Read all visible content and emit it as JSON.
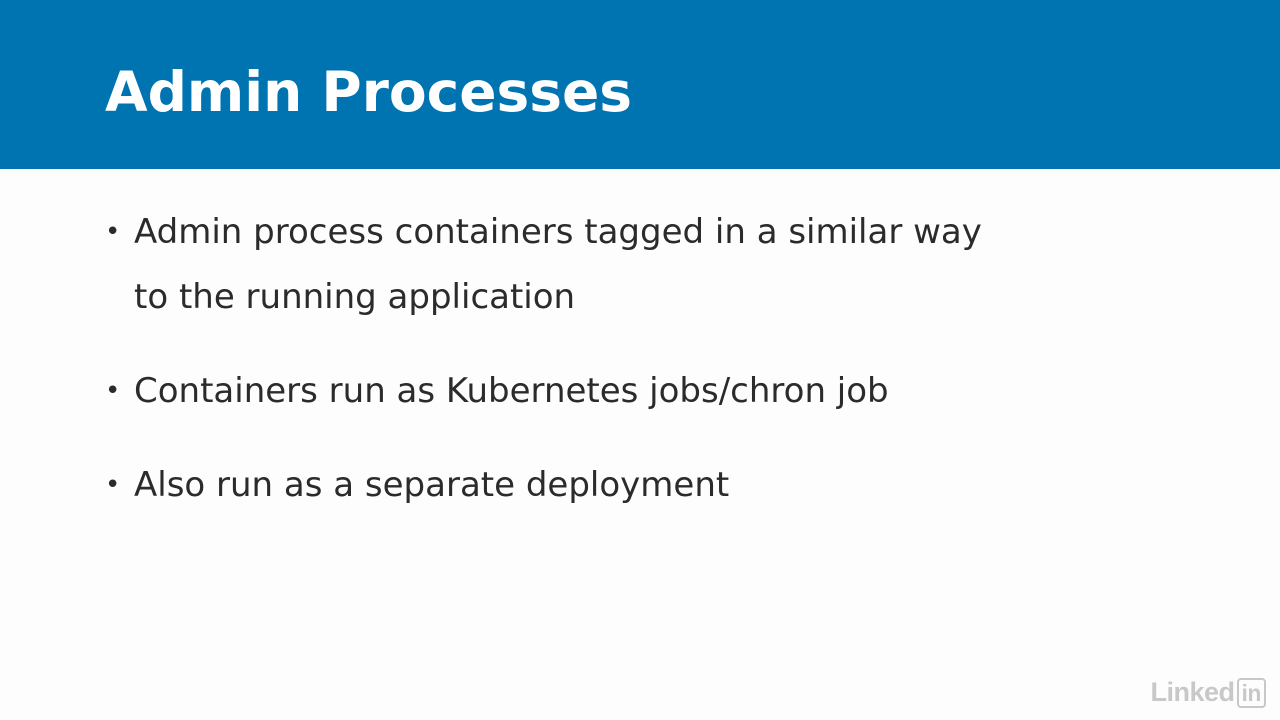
{
  "slide": {
    "title": "Admin Processes",
    "bullets": [
      {
        "lines": [
          "Admin process containers tagged in a similar way",
          "to the running application"
        ]
      },
      {
        "lines": [
          "Containers run as Kubernetes jobs/chron job"
        ]
      },
      {
        "lines": [
          "Also run as a separate deployment"
        ]
      }
    ],
    "bullet_symbol": "•"
  },
  "watermark": {
    "text": "Linked",
    "badge": "in"
  },
  "colors": {
    "header_background": "#0073b1",
    "title_text": "#ffffff",
    "body_text": "#2b2b2b",
    "slide_background": "#fdfdfd"
  }
}
